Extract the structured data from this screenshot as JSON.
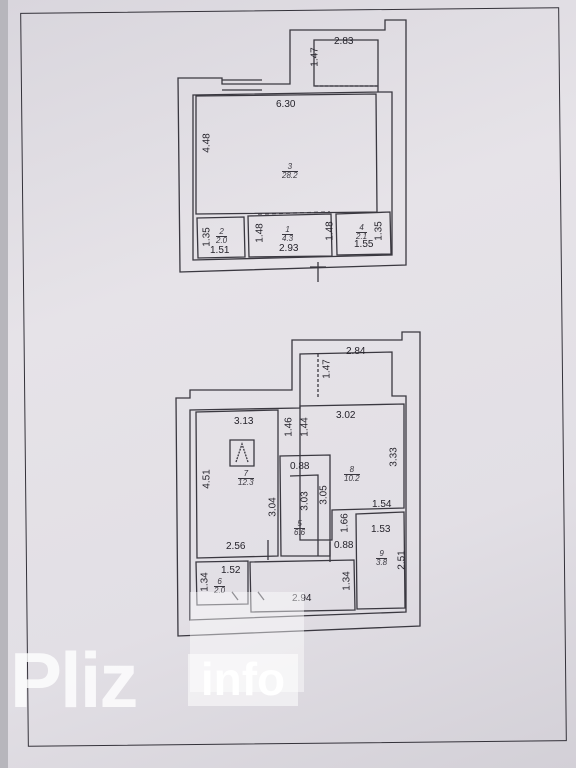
{
  "upper_plan": {
    "dimensions": [
      "2.83",
      "1.47",
      "6.30",
      "4.48",
      "1.35",
      "1.48",
      "1.48",
      "1.35",
      "2.93",
      "1.51",
      "1.55"
    ],
    "rooms": [
      {
        "number": "3",
        "area": "28.2"
      },
      {
        "number": "1",
        "area": "4.3"
      },
      {
        "number": "2",
        "area": "2.0"
      },
      {
        "number": "4",
        "area": "2.1"
      }
    ]
  },
  "lower_plan": {
    "dimensions": [
      "2.84",
      "1.47",
      "3.13",
      "1.46",
      "1.44",
      "3.02",
      "4.51",
      "0.88",
      "3.33",
      "3.04",
      "3.03",
      "3.05",
      "1.54",
      "1.66",
      "1.53",
      "2.56",
      "0.88",
      "2.51",
      "1.52",
      "1.34",
      "1.34",
      "2.94"
    ],
    "rooms": [
      {
        "number": "7",
        "area": "12.3"
      },
      {
        "number": "8",
        "area": "10.2"
      },
      {
        "number": "5",
        "area": "6.6"
      },
      {
        "number": "9",
        "area": "3.8"
      },
      {
        "number": "6",
        "area": "2.0"
      }
    ]
  },
  "watermark": {
    "brand": "Pliz",
    "suffix": "info"
  }
}
